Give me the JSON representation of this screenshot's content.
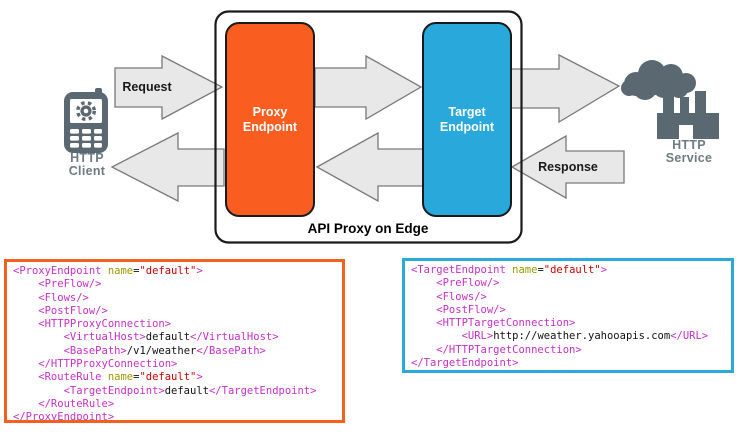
{
  "diagram": {
    "client": {
      "label_line1": "HTTP",
      "label_line2": "Client"
    },
    "service": {
      "label_line1": "HTTP",
      "label_line2": "Service"
    },
    "container_label": "API Proxy on Edge",
    "proxy_box": {
      "line1": "Proxy",
      "line2": "Endpoint",
      "color": "#F95D1F"
    },
    "target_box": {
      "line1": "Target",
      "line2": "Endpoint",
      "color": "#29A8DC"
    },
    "request_label": "Request",
    "response_label": "Response",
    "arrow_fill": "#E8E8E8",
    "arrow_stroke": "#7A7A7A",
    "icon_color": "#5A6872",
    "icons": [
      "mobile-client-icon",
      "factory-cloud-icon"
    ]
  },
  "code_blocks": [
    {
      "id": "proxy",
      "border_color": "#F4611E",
      "lines": [
        [
          [
            "t",
            "<ProxyEndpoint "
          ],
          [
            "a",
            "name"
          ],
          [
            "p",
            "="
          ],
          [
            "v",
            "\"default\""
          ],
          [
            "t",
            ">"
          ]
        ],
        [
          [
            "t",
            "    <PreFlow/>"
          ]
        ],
        [
          [
            "t",
            "    <Flows/>"
          ]
        ],
        [
          [
            "t",
            "    <PostFlow/>"
          ]
        ],
        [
          [
            "t",
            "    <HTTPProxyConnection>"
          ]
        ],
        [
          [
            "t",
            "        <VirtualHost>"
          ],
          [
            "x",
            "default"
          ],
          [
            "t",
            "</VirtualHost>"
          ]
        ],
        [
          [
            "t",
            "        <BasePath>"
          ],
          [
            "x",
            "/v1/weather"
          ],
          [
            "t",
            "</BasePath>"
          ]
        ],
        [
          [
            "t",
            "    </HTTPProxyConnection>"
          ]
        ],
        [
          [
            "t",
            "    <RouteRule "
          ],
          [
            "a",
            "name"
          ],
          [
            "p",
            "="
          ],
          [
            "v",
            "\"default\""
          ],
          [
            "t",
            ">"
          ]
        ],
        [
          [
            "t",
            "        <TargetEndpoint>"
          ],
          [
            "x",
            "default"
          ],
          [
            "t",
            "</TargetEndpoint>"
          ]
        ],
        [
          [
            "t",
            "    </RouteRule>"
          ]
        ],
        [
          [
            "t",
            "</ProxyEndpoint>"
          ]
        ]
      ]
    },
    {
      "id": "target",
      "border_color": "#2BA9DE",
      "lines": [
        [
          [
            "t",
            "<TargetEndpoint "
          ],
          [
            "a",
            "name"
          ],
          [
            "p",
            "="
          ],
          [
            "v",
            "\"default\""
          ],
          [
            "t",
            ">"
          ]
        ],
        [
          [
            "t",
            "    <PreFlow/>"
          ]
        ],
        [
          [
            "t",
            "    <Flows/>"
          ]
        ],
        [
          [
            "t",
            "    <PostFlow/>"
          ]
        ],
        [
          [
            "t",
            "    <HTTPTargetConnection>"
          ]
        ],
        [
          [
            "t",
            "        <URL>"
          ],
          [
            "x",
            "http://weather.yahooapis.com"
          ],
          [
            "t",
            "</URL>"
          ]
        ],
        [
          [
            "t",
            "    </HTTPTargetConnection>"
          ]
        ],
        [
          [
            "t",
            "</TargetEndpoint>"
          ]
        ]
      ]
    }
  ]
}
